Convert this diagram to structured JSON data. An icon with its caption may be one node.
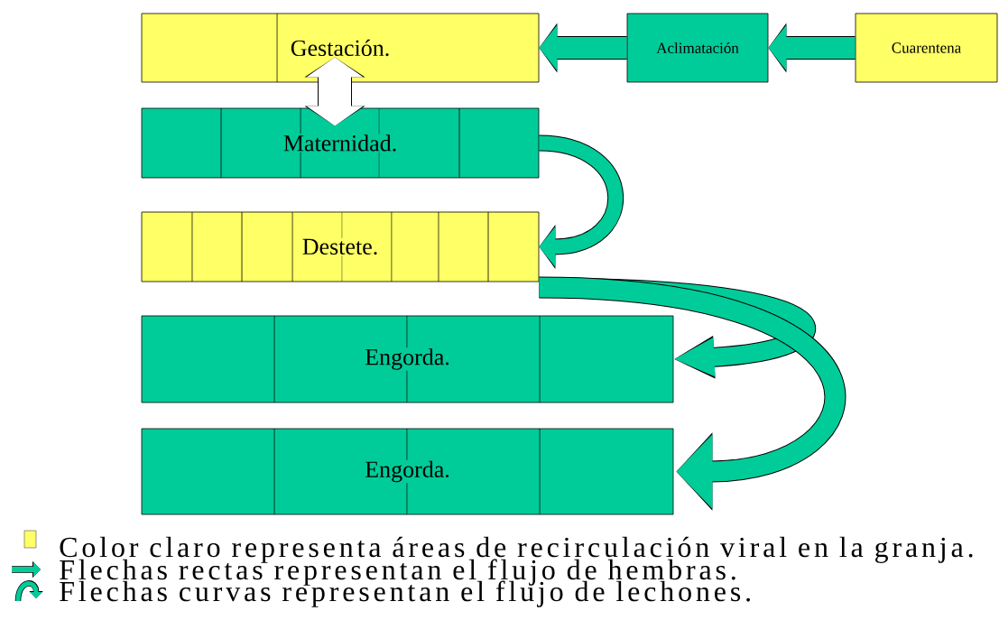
{
  "diagram": {
    "nodes": [
      {
        "text": [
          "Gestación."
        ]
      },
      {
        "text": [
          "Maternidad."
        ]
      },
      {
        "text": [
          "Destete."
        ]
      },
      {
        "text": [
          "Engorda."
        ]
      },
      {
        "text": [
          "Engorda."
        ]
      },
      {
        "text": [
          "Aclimatación"
        ]
      },
      {
        "text": [
          "Cuarentena"
        ]
      }
    ],
    "edges": [
      {
        "from": 6,
        "to": 5,
        "arrow": "to",
        "color": "#00cc99"
      },
      {
        "from": 5,
        "to": 0,
        "arrow": "to",
        "color": "#00cc99"
      },
      {
        "from": 0,
        "to": 1,
        "arrow": "both",
        "color": "#ffffff"
      },
      {
        "from": 1,
        "to": 2,
        "arrow": "to",
        "color": "#00cc99"
      },
      {
        "from": 2,
        "to": 3,
        "arrow": "to",
        "color": "#00cc99"
      },
      {
        "from": 2,
        "to": 4,
        "arrow": "to",
        "color": "#00cc99"
      }
    ],
    "legend": [
      {
        "text": "Color claro representa áreas de recirculación viral en la granja.",
        "color": "#ffff66"
      },
      {
        "text": "Flechas rectas representan el flujo de hembras."
      },
      {
        "text": "Flechas curvas representan el flujo de lechones."
      }
    ]
  }
}
